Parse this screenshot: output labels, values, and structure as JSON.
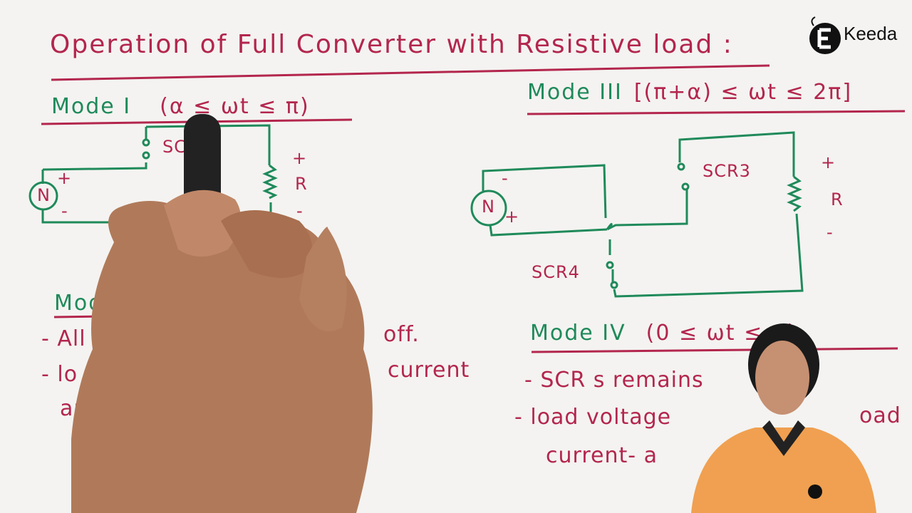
{
  "logo": {
    "text": "Keeda"
  },
  "board": {
    "title": "Operation of Full Converter with Resistive load :",
    "mode1": {
      "label": "Mode I",
      "condition": "(α ≤ ωt ≤ π)"
    },
    "mode1_circuit": {
      "scr": "SC",
      "source": "N",
      "plus": "+",
      "minus": "-",
      "r_plus": "+",
      "r": "R",
      "r_minus": "-"
    },
    "mode2_partial": "Mod",
    "mode2_lines": [
      {
        "start": "- All",
        "end": "off."
      },
      {
        "start": "- lo",
        "end": "current"
      },
      {
        "start": "ar",
        "end": ""
      }
    ],
    "mode3": {
      "label": "Mode III",
      "condition": "[(π+α) ≤ ωt ≤ 2π]"
    },
    "mode3_circuit": {
      "scr3": "SCR3",
      "scr4": "SCR4",
      "source": "N",
      "plus": "+",
      "minus": "-",
      "r_plus": "+",
      "r": "R",
      "r_minus": "-"
    },
    "mode4": {
      "label": "Mode IV",
      "condition": "(0 ≤ ωt ≤ α)"
    },
    "mode4_lines": [
      "- SCR s remains",
      "- load voltage",
      "current- a"
    ],
    "mode4_line2_end": "oad"
  }
}
